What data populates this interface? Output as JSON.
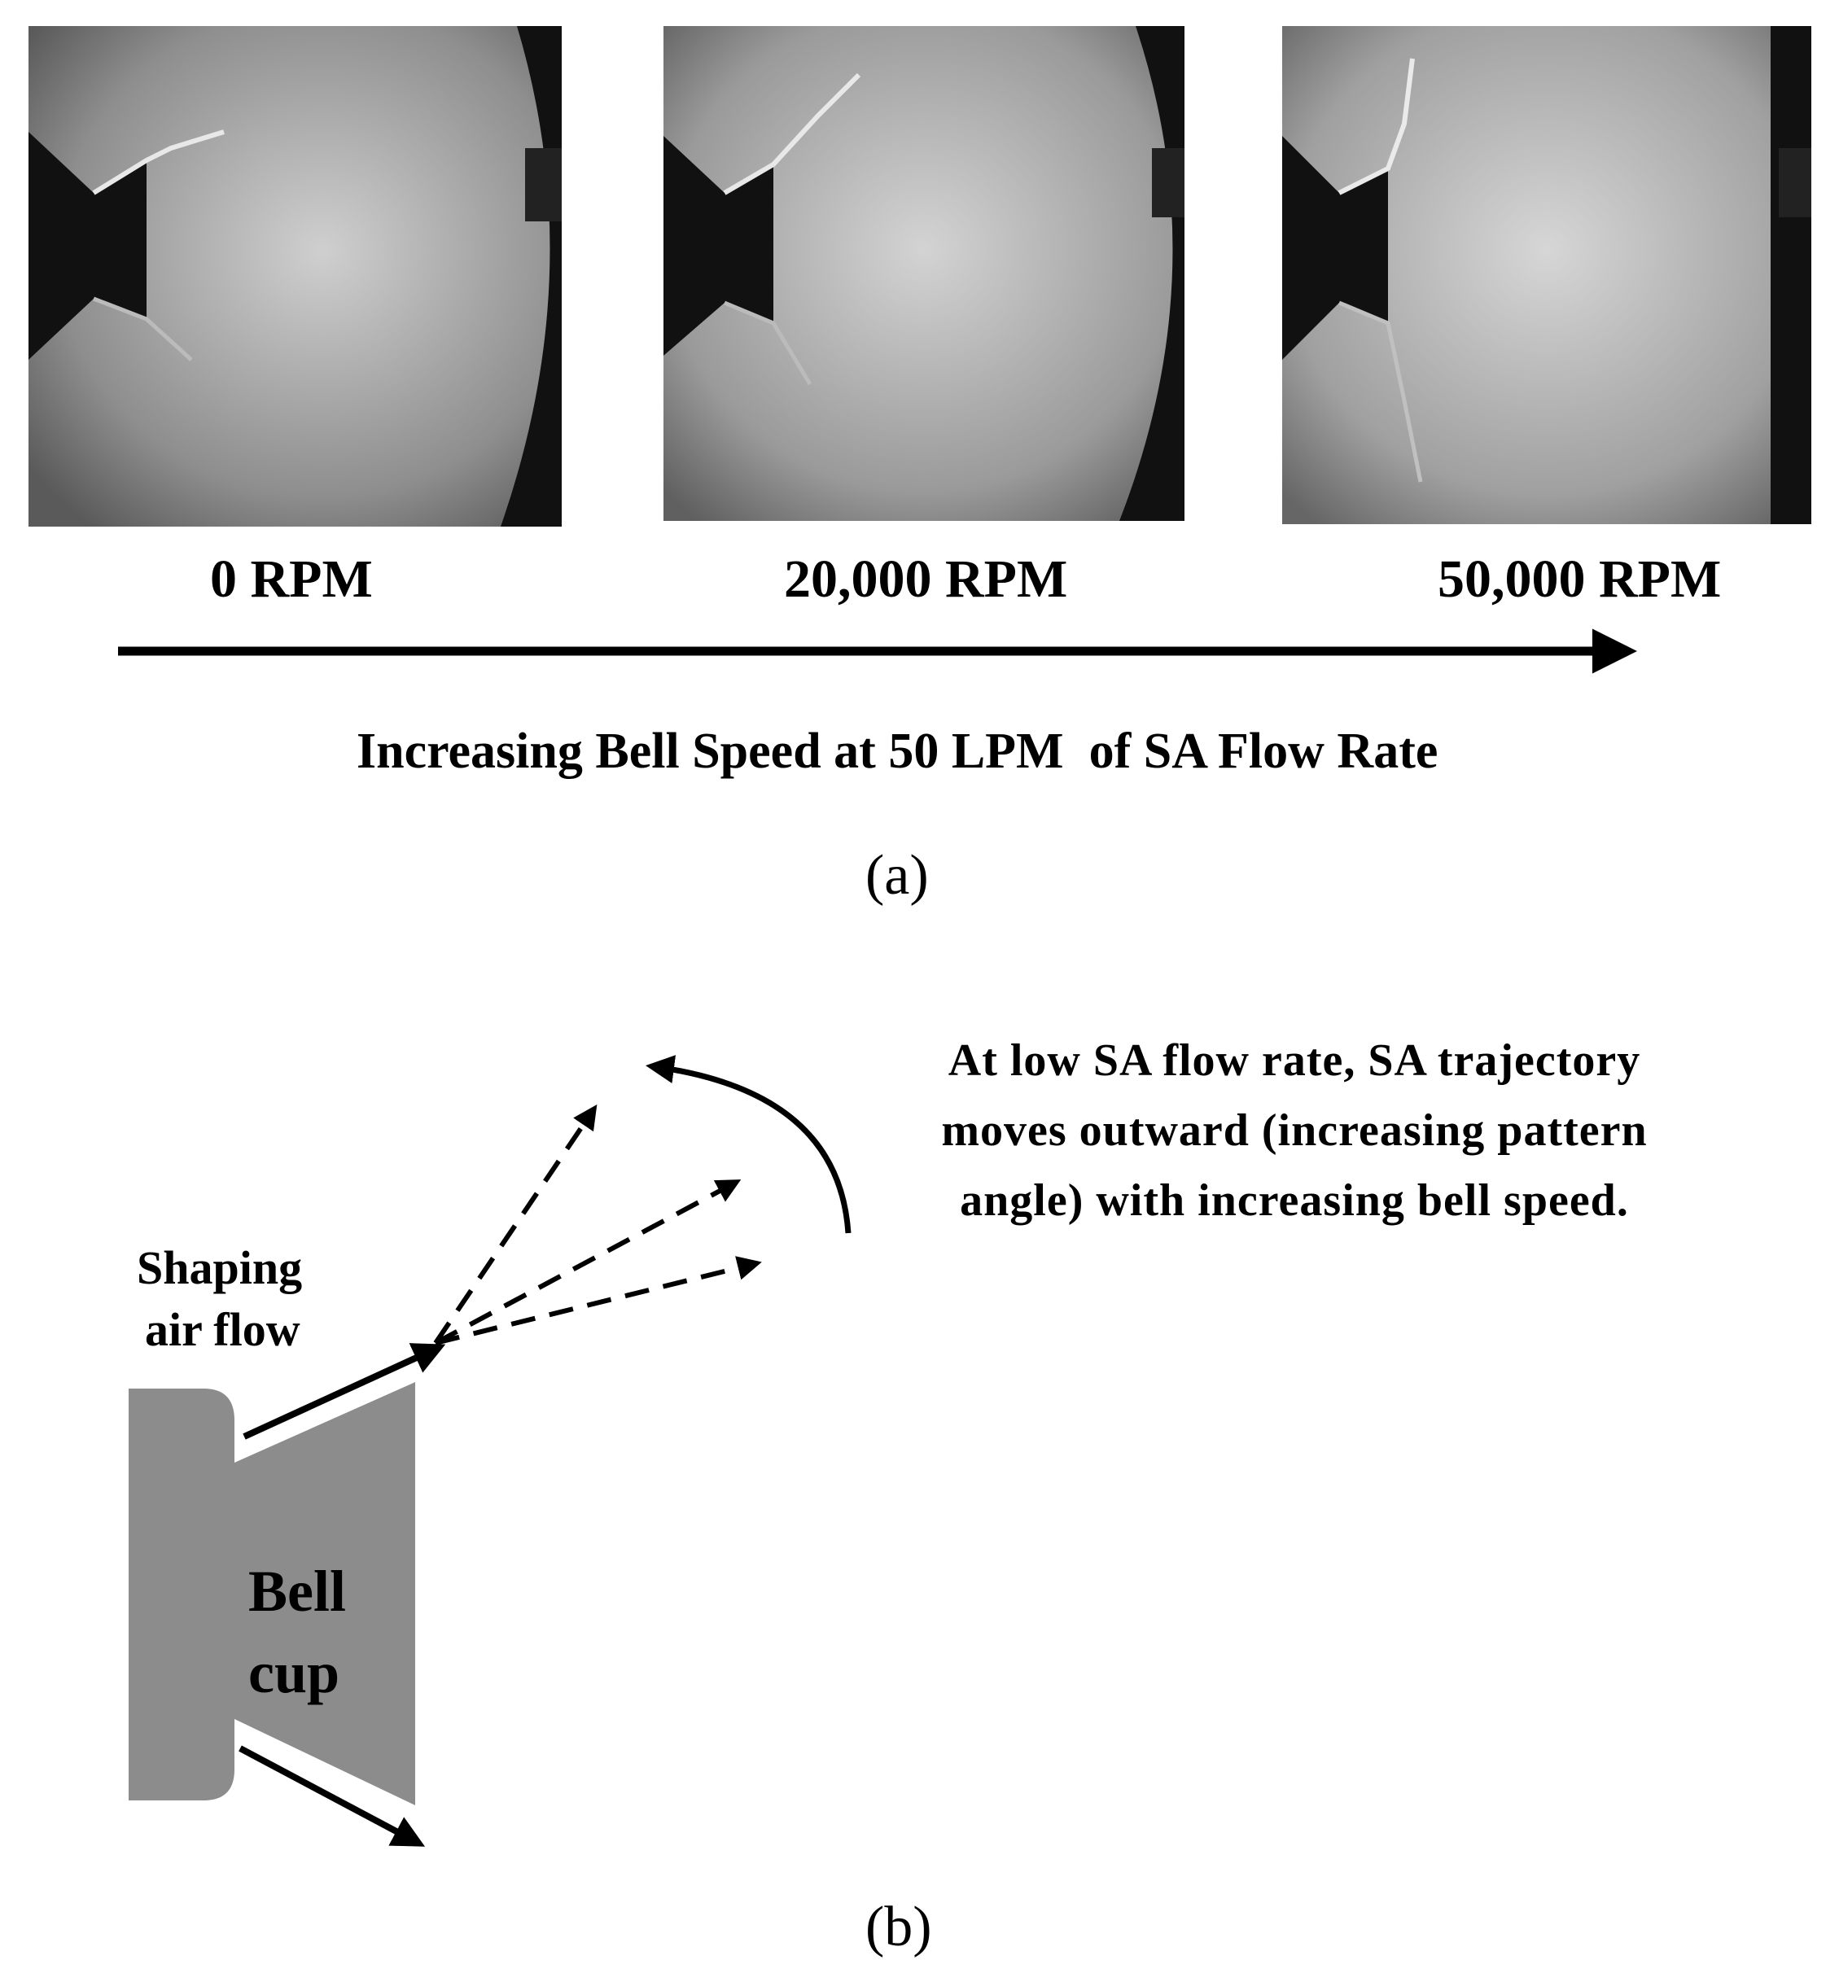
{
  "panel_a": {
    "photos": [
      {
        "label": "0 RPM"
      },
      {
        "label": "20,000 RPM"
      },
      {
        "label": "50,000 RPM"
      }
    ],
    "caption": "Increasing Bell Speed at 50 LPM  of SA Flow Rate",
    "sub_label": "(a)"
  },
  "panel_b": {
    "shaping_air_label_line1": "Shaping",
    "shaping_air_label_line2": "air flow",
    "bell_cup_label_line1": "Bell",
    "bell_cup_label_line2": "cup",
    "annotation_line1": "At low SA flow rate, SA trajectory",
    "annotation_line2": "moves outward (increasing pattern",
    "annotation_line3": "angle) with increasing bell speed.",
    "sub_label": "(b)"
  },
  "colors": {
    "bell_cup": "#8c8c8c",
    "photo_dark": "#111111",
    "photo_light": "#c9c9c9"
  }
}
